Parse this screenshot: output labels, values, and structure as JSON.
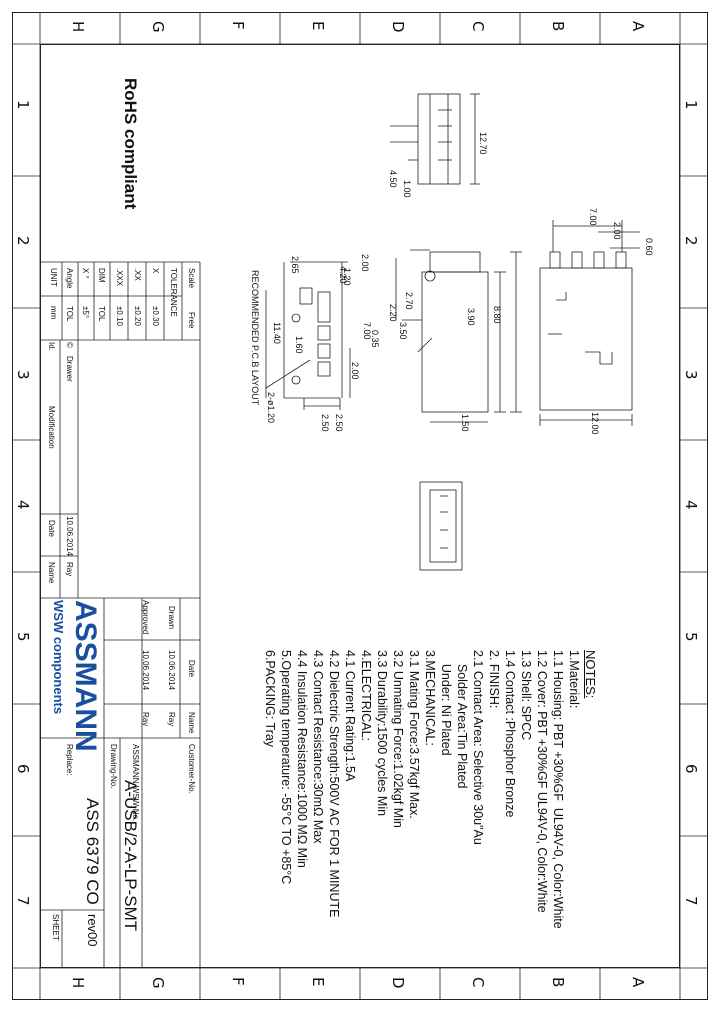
{
  "frame": {
    "columns_top": [
      "H",
      "G",
      "F",
      "E",
      "D",
      "C",
      "B",
      "A"
    ],
    "columns_bottom": [
      "H",
      "G",
      "F",
      "E",
      "D",
      "C",
      "B",
      "A"
    ],
    "rows_left": [
      "1",
      "2",
      "3",
      "4",
      "5",
      "6",
      "7"
    ],
    "rows_right": [
      "1",
      "2",
      "3",
      "4",
      "5",
      "6",
      "7"
    ]
  },
  "rohs": "RoHS compliant",
  "notes": {
    "title": "NOTES:",
    "lines": [
      "1.Material:",
      "1.1 Housing: PBT +30%GF  UL94V-0, Color:White",
      "1.2 Cover: PBT +30%GF UL94V-0, Color:White",
      "1.3 Shell: SPCC",
      "1.4 Contact :Phosphor Bronze",
      "2. FINISH:",
      "2.1 Contact Area: Selective 30u\"Au",
      "    Solder Area:Tin Plated",
      "    Under: Ni Plated",
      "3.MECHANICAL:",
      "3.1 Mating Force:3.57kgf Max.",
      "3.2 Unmating Force:1.02kgf Min",
      "3.3 Durability:1500 cycles Min",
      "4.ELECTRICAL:",
      "4.1 Current Rating:1.5A",
      "4.2 Dielectric Strength:500V AC FOR 1 MINUTE",
      "4.3 Contact Resistance:30mΩ Max",
      "4.4 Insulation Resistance:1000 MΩ Min",
      "5.Operating temperature: -55°C TO +85°C",
      "6.PACKING: Tray"
    ]
  },
  "dimensions": {
    "top_view": [
      "12.70",
      "4.50",
      "1.00"
    ],
    "side_view": [
      "7.00",
      "2.00",
      "0.60",
      "12.00"
    ],
    "front_view": [
      "2.70",
      "2.20",
      "3.50",
      "3.90",
      "8.80",
      "1.50",
      "4.20",
      "0.35"
    ],
    "pcb": [
      "2.00",
      "1.20",
      "7.00",
      "11.40",
      "2.50",
      "2.00",
      "2-ø1.20",
      "2.50",
      "2.65",
      "1.60"
    ],
    "pcb_label": "RECOMMENDED  P.C.B  LAYOUT"
  },
  "tolerance": {
    "scale_label": "Scale",
    "scale_value": "Free",
    "tolerance_label": "TOLERANCE",
    "rows": [
      {
        "k": "X",
        "v": "±0.30"
      },
      {
        "k": ".XX",
        "v": "±0.20"
      },
      {
        "k": ".XXX",
        "v": "±0.10"
      },
      {
        "k": "DIM",
        "v": "TOL"
      },
      {
        "k": "X °",
        "v": "±5°"
      },
      {
        "k": "Angle",
        "v": "TOL"
      },
      {
        "k": "UNIT",
        "v": "mm"
      }
    ]
  },
  "revision": {
    "drawer_label": "Drawer",
    "drawer_icon": "copyright-circle-icon",
    "id_label": "Id.",
    "modification_label": "Modification",
    "date_label": "Date",
    "date_value": "10.06.2014",
    "name_label": "Name",
    "name_value": "Ray"
  },
  "logo": {
    "brand": "ASSMANN",
    "sub": "WSW components"
  },
  "approval": {
    "date_label": "Date",
    "name_label": "Name",
    "drawn_label": "Drawn",
    "drawn_date": "10.06.2014",
    "drawn_name": "Ray",
    "approved_label": "Approved",
    "approved_date": "10.06.2014",
    "approved_name": "Ray"
  },
  "title_block": {
    "customer_label": "Customer-No.",
    "assmann_label": "ASSMANN WSW-No.",
    "part_no": "A-USB/2-A-LP-SMT",
    "drawing_label": "Drawing-No.",
    "drawing_no": "ASS 6379 CO",
    "replace_label": "Replace:",
    "rev": "rev00",
    "sheet_label": "SHEET"
  }
}
